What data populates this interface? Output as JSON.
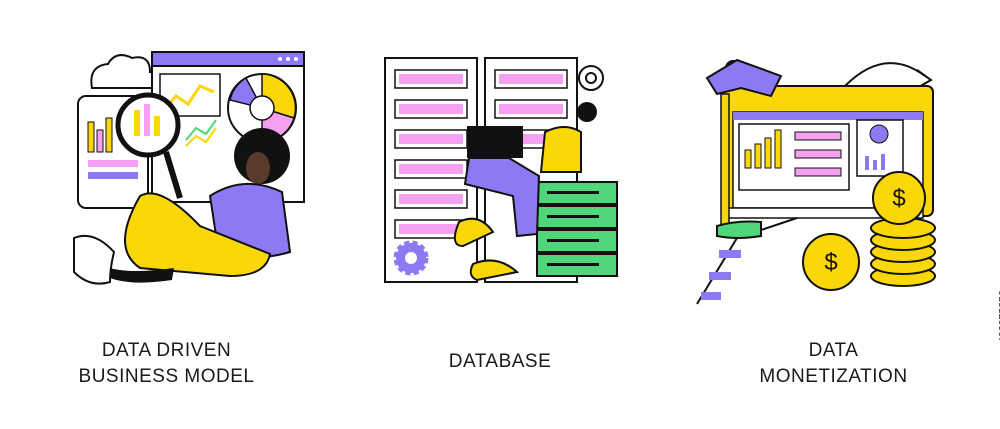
{
  "panels": [
    {
      "caption_line1": "DATA DRIVEN",
      "caption_line2": "BUSINESS MODEL",
      "illustration": "analyst-with-magnifier-illustration"
    },
    {
      "caption_line1": "DATABASE",
      "illustration": "server-racks-laptop-illustration"
    },
    {
      "caption_line1": "DATA",
      "caption_line2": "MONETIZATION",
      "illustration": "monitor-coins-illustration"
    }
  ],
  "stock_id": "493075250",
  "colors": {
    "purple": "#8e79f5",
    "yellow": "#fcd708",
    "pink": "#f5a0f0",
    "green": "#4fd67a",
    "outline": "#111111"
  }
}
